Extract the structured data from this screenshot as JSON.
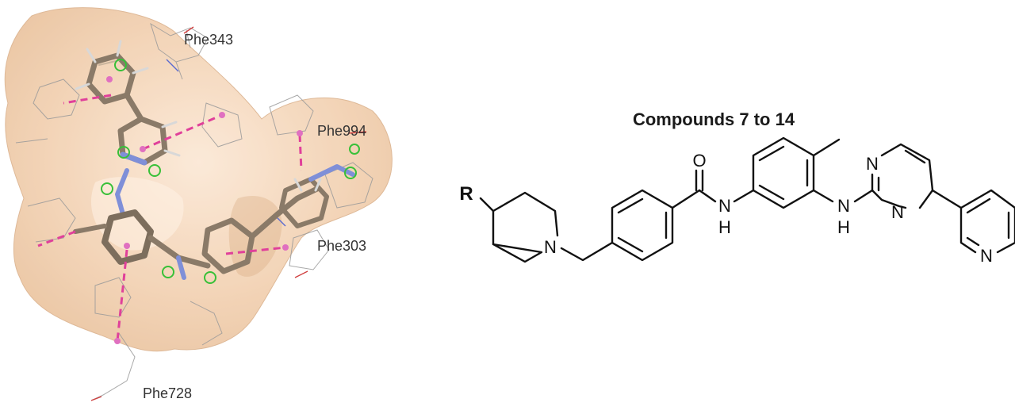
{
  "docking": {
    "residues": [
      "Phe343",
      "Phe994",
      "Phe303",
      "Phe728"
    ]
  },
  "structure": {
    "title": "Compounds 7 to 14",
    "r_group": "R",
    "atoms": {
      "piperidine_n": "N",
      "carbonyl_o": "O",
      "amide_n": "N",
      "amide_h": "H",
      "amine_n": "N",
      "amine_h": "H",
      "pyrimidine_n1": "N",
      "pyrimidine_n3": "N",
      "pyridine_n": "N"
    }
  },
  "colors": {
    "surface": "#f0c9a0",
    "carbon": "#8a7a68",
    "nitrogen": "#7f8fd8",
    "contact": "#e0409a",
    "halogen_marker": "#38c038",
    "bond": "#111111"
  }
}
